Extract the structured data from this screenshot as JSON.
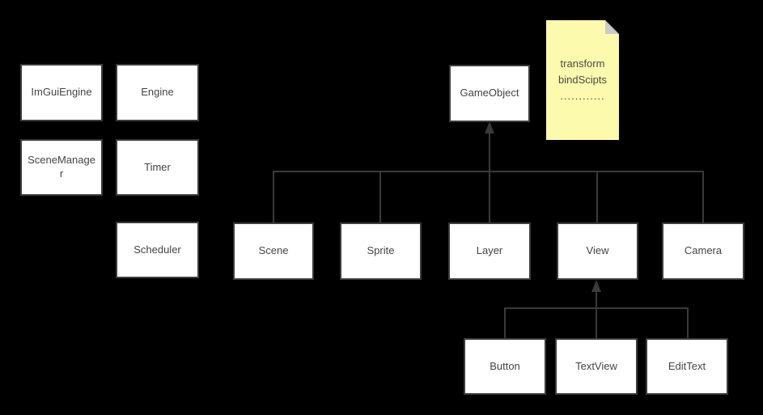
{
  "diagram": {
    "nodes": {
      "imGuiEngine": "ImGuiEngine",
      "engine": "Engine",
      "sceneManager": "SceneManager",
      "timer": "Timer",
      "scheduler": "Scheduler",
      "gameObject": "GameObject",
      "scene": "Scene",
      "sprite": "Sprite",
      "layer": "Layer",
      "view": "View",
      "camera": "Camera",
      "button": "Button",
      "textView": "TextView",
      "editText": "EditText"
    },
    "note": {
      "lines": [
        "transform",
        "bindScipts",
        "............"
      ]
    },
    "edges": [
      {
        "from": "Scene",
        "to": "GameObject"
      },
      {
        "from": "Sprite",
        "to": "GameObject"
      },
      {
        "from": "Layer",
        "to": "GameObject"
      },
      {
        "from": "View",
        "to": "GameObject"
      },
      {
        "from": "Camera",
        "to": "GameObject"
      },
      {
        "from": "Button",
        "to": "View"
      },
      {
        "from": "TextView",
        "to": "View"
      },
      {
        "from": "EditText",
        "to": "View"
      }
    ],
    "colors": {
      "background": "#000000",
      "node_fill": "#ffffff",
      "node_border": "#3c3c3c",
      "node_text": "#444444",
      "connector": "#3a3a3a",
      "note_fill": "#fcfaad",
      "note_fold": "#c9c9c9",
      "note_text": "#4a4a4a"
    }
  }
}
